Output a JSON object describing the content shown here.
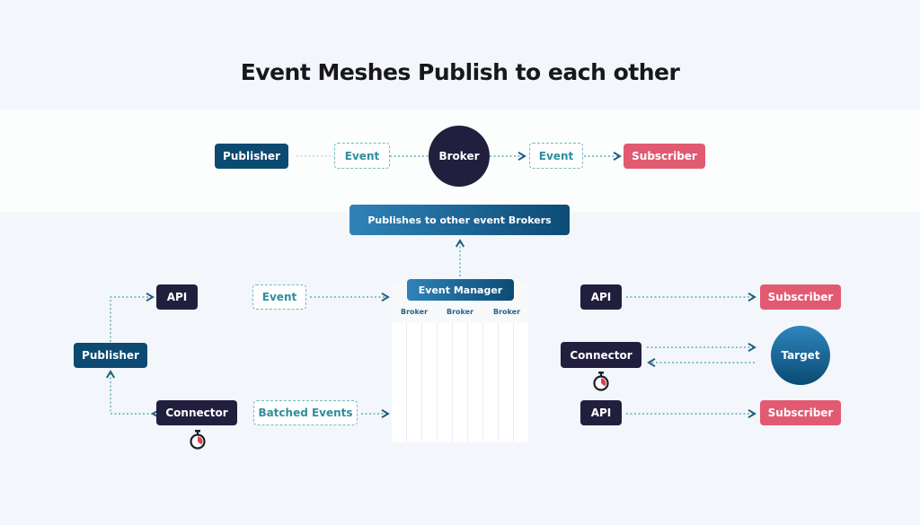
{
  "title": "Event Meshes Publish to each other",
  "colors": {
    "publisher": "#0d4a72",
    "broker": "#211f3d",
    "subscriber": "#e25a72",
    "event_border": "#6fbcbc",
    "event_text": "#2d8f9e",
    "arrow": "#3aa6a6"
  },
  "top_flow": {
    "publisher": "Publisher",
    "event_in": "Event",
    "broker": "Broker",
    "event_out": "Event",
    "subscriber": "Subscriber"
  },
  "publishes_box": "Publishes to other event Brokers",
  "left": {
    "api": "API",
    "publisher": "Publisher",
    "connector": "Connector",
    "event": "Event",
    "batched_events": "Batched Events",
    "timer_icon": "stopwatch-icon"
  },
  "event_manager": {
    "title": "Event Manager",
    "brokers": [
      "Broker",
      "Broker",
      "Broker"
    ]
  },
  "right": {
    "api_top": "API",
    "subscriber_top": "Subscriber",
    "connector": "Connector",
    "target": "Target",
    "api_bottom": "API",
    "subscriber_bottom": "Subscriber",
    "timer_icon": "stopwatch-icon"
  }
}
